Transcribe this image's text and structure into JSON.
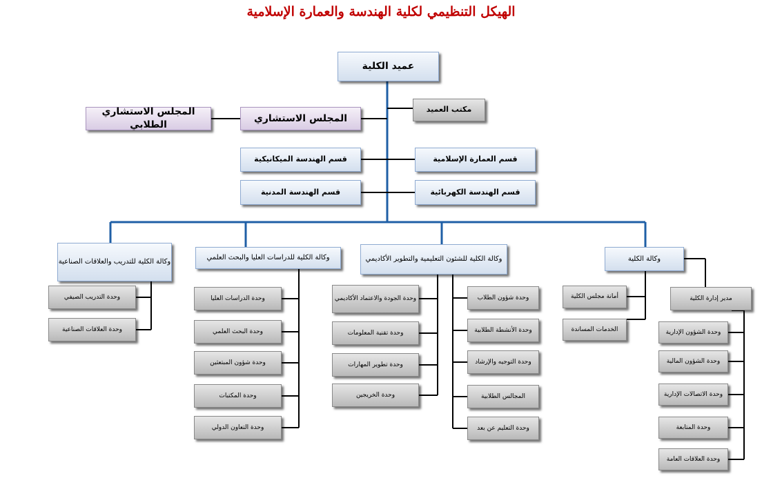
{
  "title": "الهيكل التنظيمي لكلية الهندسة والعمارة الإسلامية",
  "top": {
    "dean": "عميد الكلية",
    "dean_office": "مكتب العميد",
    "advisory_council": "المجلس الاستشاري",
    "student_advisory_council": "المجلس الاستشاري الطلابي"
  },
  "departments": {
    "islamic_architecture": "قسم العمارة الإسلامية",
    "mechanical": "قسم الهندسة الميكانيكية",
    "electrical": "قسم الهندسة الكهربائية",
    "civil": "قسم الهندسة المدنية"
  },
  "vice_deanships": {
    "general": "وكالة الكلية",
    "academic": "وكالة الكلية للشئون التعليمية والتطوير الأكاديمي",
    "graduate": "وكالة الكلية للدراسات العليا والبحث العلمي",
    "training": "وكالة الكلية للتدريب والعلاقات الصناعية"
  },
  "general_branch": {
    "council_secretariat": "أمانة مجلس الكلية",
    "support_services": "الخدمات المساندة",
    "admin_director": "مدير إدارة الكلية",
    "admin_units": [
      "وحدة الشؤون الإدارية",
      "وحدة الشؤون المالية",
      "وحدة الاتصالات الإدارية",
      "وحدة المتابعة",
      "وحدة العلاقات العامة"
    ]
  },
  "academic_branch": {
    "right_units": [
      "وحدة شؤون الطلاب",
      "وحدة الأنشطة الطلابية",
      "وحدة التوجيه والإرشاد",
      "المجالس الطلابية",
      "وحدة التعليم عن بعد"
    ],
    "left_units": [
      "وحدة الجودة والاعتماد الأكاديمي",
      "وحدة تقنية المعلومات",
      "وحدة تطوير المهارات",
      "وحدة الخريجين"
    ]
  },
  "graduate_branch": {
    "units": [
      "وحدة الدراسات العليا",
      "وحدة البحث العلمي",
      "وحدة شؤون المبتعثين",
      "وحدة المكتبات",
      "وحدة التعاون الدولي"
    ]
  },
  "training_branch": {
    "units": [
      "وحدة التدريب الصيفي",
      "وحدة العلاقات الصناعية"
    ]
  },
  "colors": {
    "title": "#c00000",
    "main_connector": "#1f5fa6",
    "branch_connector": "#000000"
  }
}
